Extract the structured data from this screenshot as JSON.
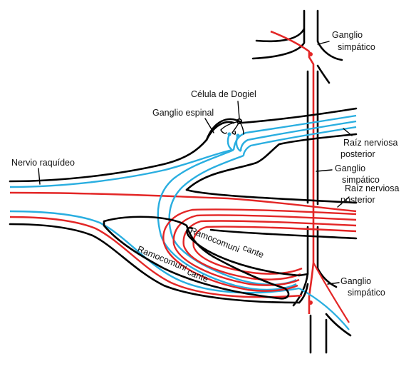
{
  "colors": {
    "outline": "#000000",
    "motor": "#e32626",
    "sensory": "#29aee0",
    "background": "#ffffff"
  },
  "labels": {
    "ganglio_simpatico_top_line1": "Ganglio",
    "ganglio_simpatico_top_line2": "simpático",
    "celula_de_dogiel": "Célula de Dogiel",
    "ganglio_espinal": "Ganglio espinal",
    "nervio_raquideo": "Nervio raquídeo",
    "raiz_posterior_line1": "Raíz nerviosa",
    "raiz_posterior_line2": "posterior",
    "ganglio_simpatico_mid_line1": "Ganglio",
    "ganglio_simpatico_mid_line2": "simpático",
    "raiz_anterior_line1": "Raíz nerviosa",
    "raiz_anterior_line2": "posterior",
    "ramo_comunicante_1_a": "Ramocomuni",
    "ramo_comunicante_1_b": "cante",
    "ramo_comunicante_2_a": "Ramocomuni",
    "ramo_comunicante_2_b": "cante",
    "ganglio_simpatico_bottom_line1": "Ganglio",
    "ganglio_simpatico_bottom_line2": "simpático"
  }
}
